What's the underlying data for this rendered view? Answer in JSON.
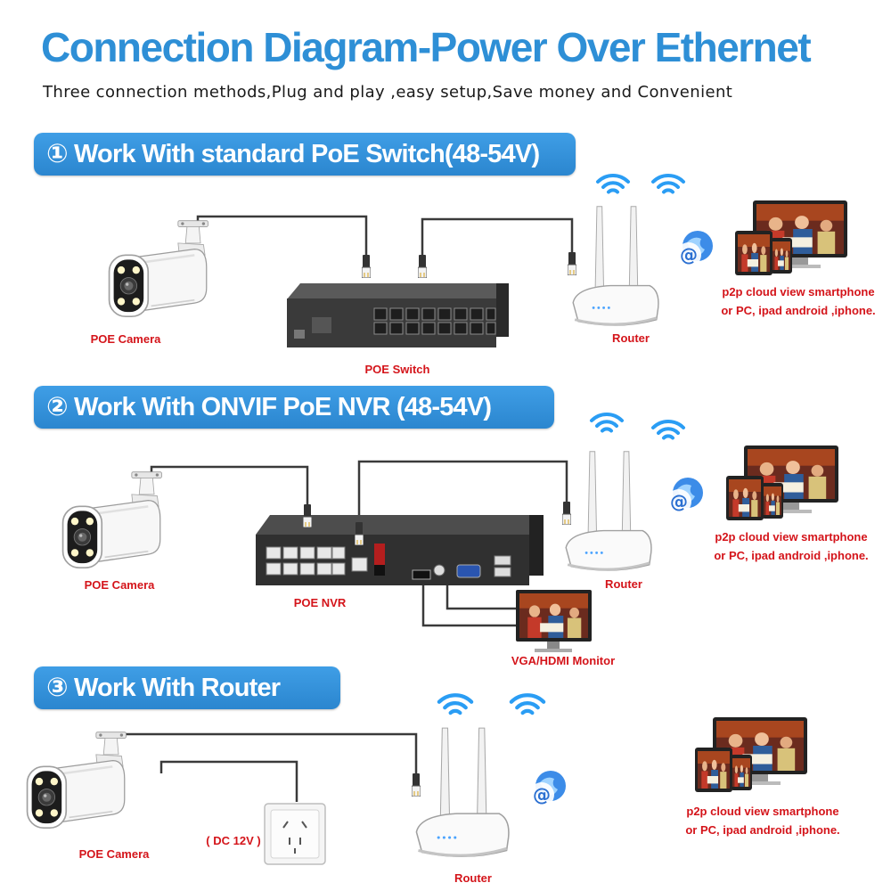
{
  "title": "Connection Diagram-Power Over Ethernet",
  "subtitle": "Three connection methods,Plug and play ,easy setup,Save money and Convenient",
  "colors": {
    "title_blue": "#2e8fd6",
    "banner_blue": "#3a9ae3",
    "label_red": "#d4141a",
    "cable": "#3a3a3a",
    "wifi": "#2a9df4"
  },
  "methods": [
    {
      "banner": "① Work With standard PoE Switch(48-54V)",
      "labels": {
        "camera": "POE Camera",
        "device": "POE Switch",
        "router": "Router",
        "cloud_line1": "p2p cloud  view smartphone",
        "cloud_line2": "or PC, ipad android ,iphone."
      }
    },
    {
      "banner": "② Work With ONVIF PoE NVR (48-54V)",
      "labels": {
        "camera": "POE Camera",
        "device": "POE NVR",
        "router": "Router",
        "monitor": "VGA/HDMI Monitor",
        "cloud_line1": "p2p cloud  view smartphone",
        "cloud_line2": "or PC, ipad android ,iphone."
      }
    },
    {
      "banner": "③ Work With Router",
      "labels": {
        "camera": "POE Camera",
        "power": "( DC 12V )",
        "router": "Router",
        "cloud_line1": "p2p cloud  view smartphone",
        "cloud_line2": "or PC, ipad android ,iphone."
      }
    }
  ],
  "icons": [
    "bullet-camera-icon",
    "poe-switch-icon",
    "poe-nvr-icon",
    "router-icon",
    "wifi-icon",
    "p2p-cloud-icon",
    "monitor-icon",
    "laptop-icon",
    "smartphone-icon",
    "tablet-icon",
    "power-socket-icon",
    "rj45-plug-icon"
  ]
}
